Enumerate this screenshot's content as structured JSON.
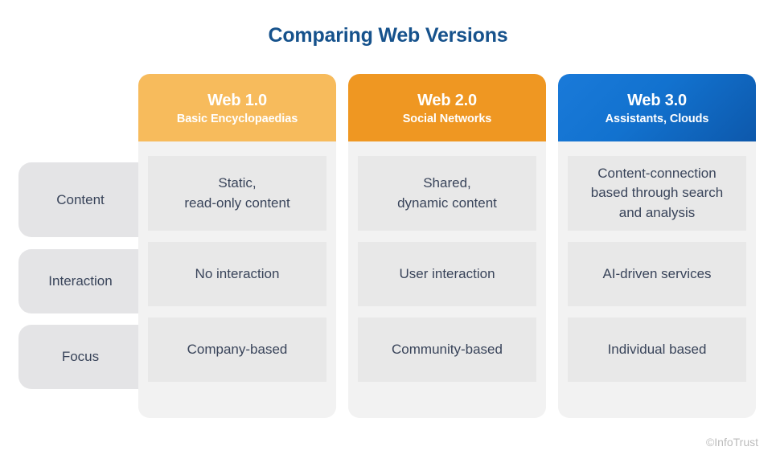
{
  "title": "Comparing Web Versions",
  "title_color": "#16528c",
  "credit": "©InfoTrust",
  "palette": {
    "col1_header": "#f6b котор",
    "background": "#ffffff",
    "column_bg": "#f2f2f2",
    "cell_bg": "#e8e8e8",
    "row_label_bg": "#e4e4e6",
    "text": "#39445a"
  },
  "chart_data": {
    "type": "table",
    "title": "Comparing Web Versions",
    "row_header_label": "",
    "categories": [
      "Content",
      "Interaction",
      "Focus"
    ],
    "columns": [
      {
        "name": "Web 1.0",
        "subtitle": "Basic Encyclopaedias",
        "header_color": "#f7bb5c",
        "values": [
          "Static,\nread-only content",
          "No interaction",
          "Company-based"
        ]
      },
      {
        "name": "Web 2.0",
        "subtitle": "Social Networks",
        "header_color": "#ef9722",
        "values": [
          "Shared,\ndynamic content",
          "User interaction",
          "Community-based"
        ]
      },
      {
        "name": "Web 3.0",
        "subtitle": "Assistants, Clouds",
        "header_color": "#1272cf",
        "header_color_2": "#0f5bb0",
        "values": [
          "Content-connection\nbased through search\nand analysis",
          "AI-driven services",
          "Individual based"
        ]
      }
    ]
  },
  "columns": {
    "c0": {
      "version": "Web 1.0",
      "subtitle": "Basic Encyclopaedias",
      "cells": {
        "r0_l0": "Static,",
        "r0_l1": "read-only content",
        "r1": "No interaction",
        "r2": "Company-based"
      }
    },
    "c1": {
      "version": "Web 2.0",
      "subtitle": "Social Networks",
      "cells": {
        "r0_l0": "Shared,",
        "r0_l1": "dynamic content",
        "r1": "User interaction",
        "r2": "Community-based"
      }
    },
    "c2": {
      "version": "Web 3.0",
      "subtitle": "Assistants, Clouds",
      "cells": {
        "r0_l0": "Content-connection",
        "r0_l1": "based through search",
        "r0_l2": "and analysis",
        "r1": "AI-driven services",
        "r2": "Individual based"
      }
    }
  },
  "rows": {
    "r0": "Content",
    "r1": "Interaction",
    "r2": "Focus"
  }
}
